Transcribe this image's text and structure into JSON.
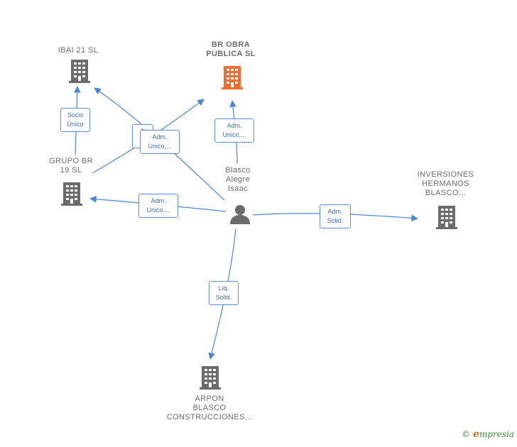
{
  "colors": {
    "edge": "#4a86d8",
    "building_gray": "#6b6b6b",
    "building_highlight": "#f26a2e",
    "person": "#6b6b6b"
  },
  "nodes": {
    "ibai21": "IBAI 21  SL",
    "brobra": "BR OBRA\nPUBLICA  SL",
    "grupobr": "GRUPO BR\n19  SL",
    "person": "Blasco\nAlegre\nIsaac",
    "inversiones": "INVERSIONES\nHERMANOS\nBLASCO...",
    "arpon": "ARPON\nBLASCO\nCONSTRUCCIONES..."
  },
  "edges": {
    "socio_unico": "Socio\nÚnico",
    "socio_hidden": "S\nÚ",
    "adm_unico_1": "Adm.\nUnico,...",
    "adm_unico_2": "Adm.\nUnico,...",
    "adm_unico_3": "Adm.\nUnico,...",
    "adm_solid": "Adm.\nSolid.",
    "liq_solid": "Liq.\nSolid."
  },
  "footer": {
    "copyright": "©",
    "brand_initial": "e",
    "brand_rest": "mpresia"
  }
}
